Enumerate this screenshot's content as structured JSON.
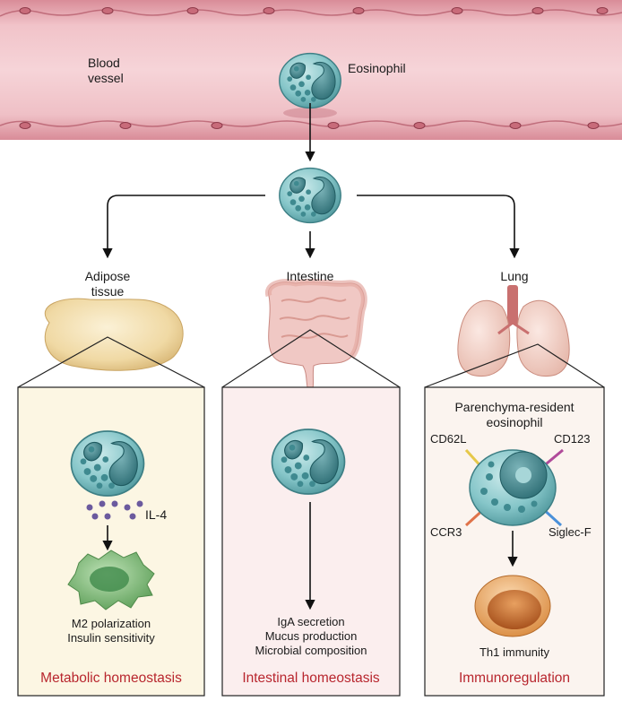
{
  "vessel": {
    "label": "Blood\nvessel",
    "cell_label": "Eosinophil"
  },
  "tissues": [
    {
      "name": "Adipose\ntissue",
      "effects": "M2 polarization\nInsulin sensitivity",
      "mediator": "IL-4",
      "outcome": "Metabolic homeostasis"
    },
    {
      "name": "Intestine",
      "effects": "IgA secretion\nMucus production\nMicrobial composition",
      "outcome": "Intestinal homeostasis"
    },
    {
      "name": "Lung",
      "cell_title": "Parenchyma-resident\neosinophil",
      "markers": [
        "CD62L",
        "CD123",
        "CCR3",
        "Siglec-F"
      ],
      "effects": "Th1 immunity",
      "outcome": "Immunoregulation"
    }
  ],
  "colors": {
    "outcome_text": "#b8262e",
    "vessel": "#e8a7b0",
    "eosinophil": "#7fc1c4",
    "marker_cd62l": "#e6c84a",
    "marker_cd123": "#b04a9a",
    "marker_ccr3": "#e0734a",
    "marker_siglecf": "#4a90d9"
  }
}
